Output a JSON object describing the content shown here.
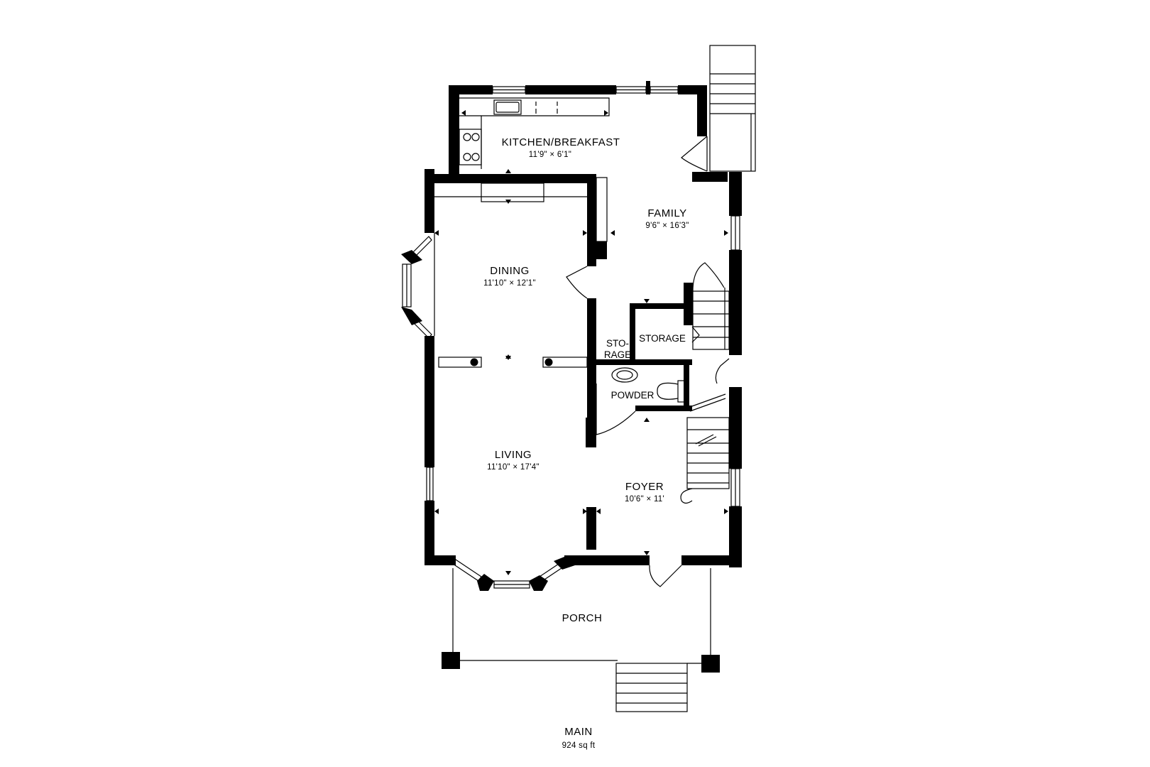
{
  "floor": {
    "name": "MAIN",
    "area": "924 sq ft"
  },
  "rooms": {
    "kitchen": {
      "name": "KITCHEN/BREAKFAST",
      "dims": "11'9\" × 6'1\""
    },
    "family": {
      "name": "FAMILY",
      "dims": "9'6\" × 16'3\""
    },
    "dining": {
      "name": "DINING",
      "dims": "11'10\" × 12'1\""
    },
    "living": {
      "name": "LIVING",
      "dims": "11'10\" × 17'4\""
    },
    "foyer": {
      "name": "FOYER",
      "dims": "10'6\" × 11'"
    },
    "storage_small": {
      "line1": "STO-",
      "line2": "RAGE"
    },
    "storage": {
      "name": "STORAGE"
    },
    "powder": {
      "name": "POWDER"
    },
    "porch": {
      "name": "PORCH"
    }
  },
  "colors": {
    "wall": "#000000",
    "line": "#000000",
    "background": "#ffffff"
  }
}
